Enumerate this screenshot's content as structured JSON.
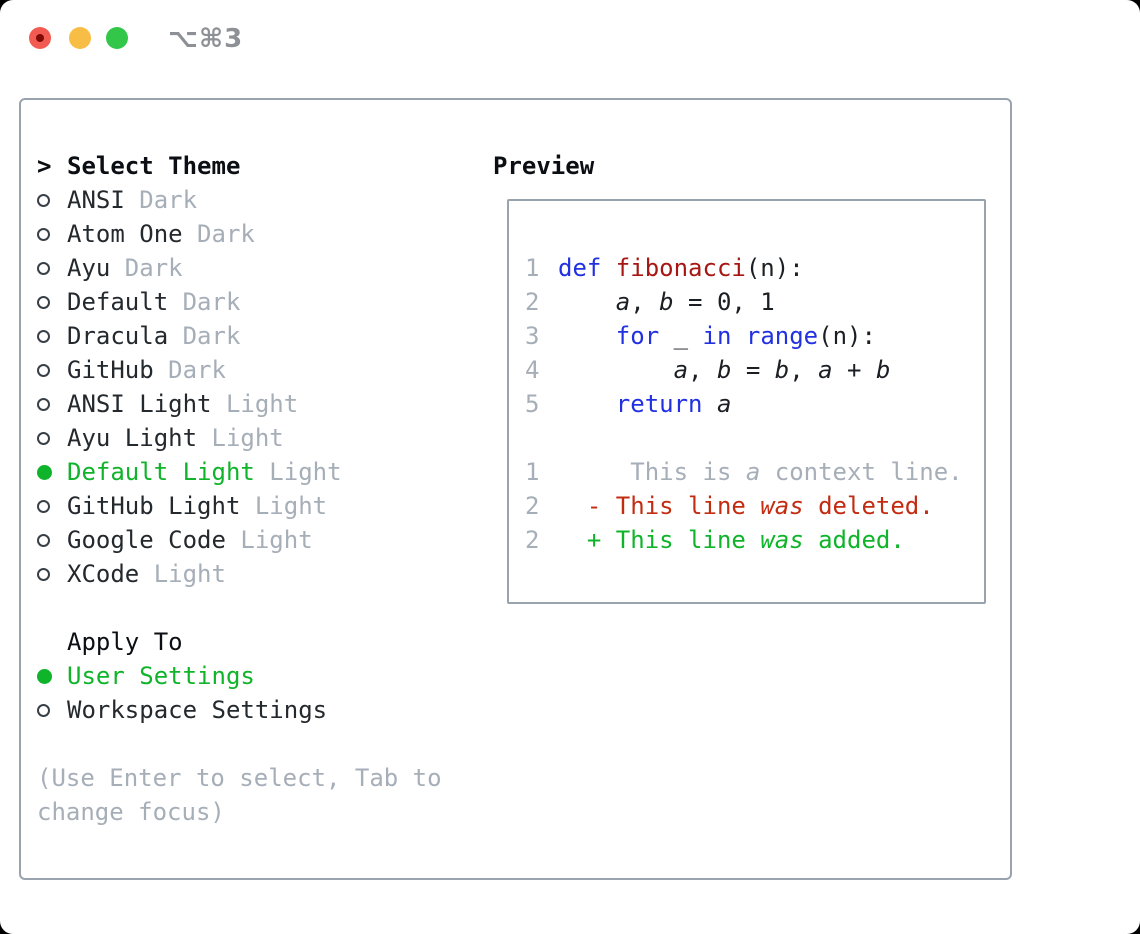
{
  "window": {
    "title": "⌥⌘3"
  },
  "colors": {
    "accent_green": "#10b42a",
    "keyword_blue": "#2130e0",
    "function_red": "#a61713",
    "deleted_red": "#c22d12",
    "muted_gray": "#a6aeb8",
    "text_dark": "#24292e",
    "heading_black": "#0b0e12",
    "border_gray": "#99a3ad",
    "title_gray": "#8d9095",
    "traffic_red": "#f15b51",
    "traffic_yellow": "#f7bd45",
    "traffic_green": "#32c748"
  },
  "theme_selector": {
    "cursor": ">",
    "heading": "Select Theme",
    "themes": [
      {
        "name": "ANSI",
        "variant": "Dark",
        "selected": false
      },
      {
        "name": "Atom One",
        "variant": "Dark",
        "selected": false
      },
      {
        "name": "Ayu",
        "variant": "Dark",
        "selected": false
      },
      {
        "name": "Default",
        "variant": "Dark",
        "selected": false
      },
      {
        "name": "Dracula",
        "variant": "Dark",
        "selected": false
      },
      {
        "name": "GitHub",
        "variant": "Dark",
        "selected": false
      },
      {
        "name": "ANSI Light",
        "variant": "Light",
        "selected": false
      },
      {
        "name": "Ayu Light",
        "variant": "Light",
        "selected": false
      },
      {
        "name": "Default Light",
        "variant": "Light",
        "selected": true
      },
      {
        "name": "GitHub Light",
        "variant": "Light",
        "selected": false
      },
      {
        "name": "Google Code",
        "variant": "Light",
        "selected": false
      },
      {
        "name": "XCode",
        "variant": "Light",
        "selected": false
      }
    ],
    "apply_to_heading": "Apply To",
    "apply_to_options": [
      {
        "label": "User Settings",
        "selected": true
      },
      {
        "label": "Workspace Settings",
        "selected": false
      }
    ],
    "hint": "(Use Enter to select, Tab to change focus)"
  },
  "preview": {
    "heading": "Preview",
    "lines": [
      {
        "num": "1",
        "parts": [
          [
            "def ",
            "keyword"
          ],
          [
            "fibonacci",
            "function"
          ],
          [
            "(n):",
            "plain"
          ]
        ]
      },
      {
        "num": "2",
        "parts": [
          [
            "    ",
            "plain"
          ],
          [
            "a",
            "plain-italic"
          ],
          [
            ", ",
            "plain"
          ],
          [
            "b",
            "plain-italic"
          ],
          [
            " = 0, 1",
            "plain"
          ]
        ]
      },
      {
        "num": "3",
        "parts": [
          [
            "    ",
            "plain"
          ],
          [
            "for",
            "keyword"
          ],
          [
            " _ ",
            "plain"
          ],
          [
            "in",
            "keyword"
          ],
          [
            " ",
            "plain"
          ],
          [
            "range",
            "keyword"
          ],
          [
            "(n):",
            "plain"
          ]
        ]
      },
      {
        "num": "4",
        "parts": [
          [
            "        ",
            "plain"
          ],
          [
            "a",
            "plain-italic"
          ],
          [
            ", ",
            "plain"
          ],
          [
            "b",
            "plain-italic"
          ],
          [
            " = ",
            "plain"
          ],
          [
            "b",
            "plain-italic"
          ],
          [
            ", ",
            "plain"
          ],
          [
            "a",
            "plain-italic"
          ],
          [
            " + ",
            "plain"
          ],
          [
            "b",
            "plain-italic"
          ]
        ]
      },
      {
        "num": "5",
        "parts": [
          [
            "    ",
            "plain"
          ],
          [
            "return",
            "keyword"
          ],
          [
            " ",
            "plain"
          ],
          [
            "a",
            "plain-italic"
          ]
        ]
      },
      {
        "num": "",
        "parts": []
      },
      {
        "num": "1",
        "parts": [
          [
            "     This is ",
            "context"
          ],
          [
            "a",
            "context-italic"
          ],
          [
            " context line.",
            "context"
          ]
        ]
      },
      {
        "num": "2",
        "parts": [
          [
            "  - This line ",
            "deleted"
          ],
          [
            "was",
            "deleted-italic"
          ],
          [
            " deleted.",
            "deleted"
          ]
        ]
      },
      {
        "num": "2",
        "parts": [
          [
            "  + This line ",
            "added"
          ],
          [
            "was",
            "added-italic"
          ],
          [
            " added.",
            "added"
          ]
        ]
      }
    ]
  }
}
